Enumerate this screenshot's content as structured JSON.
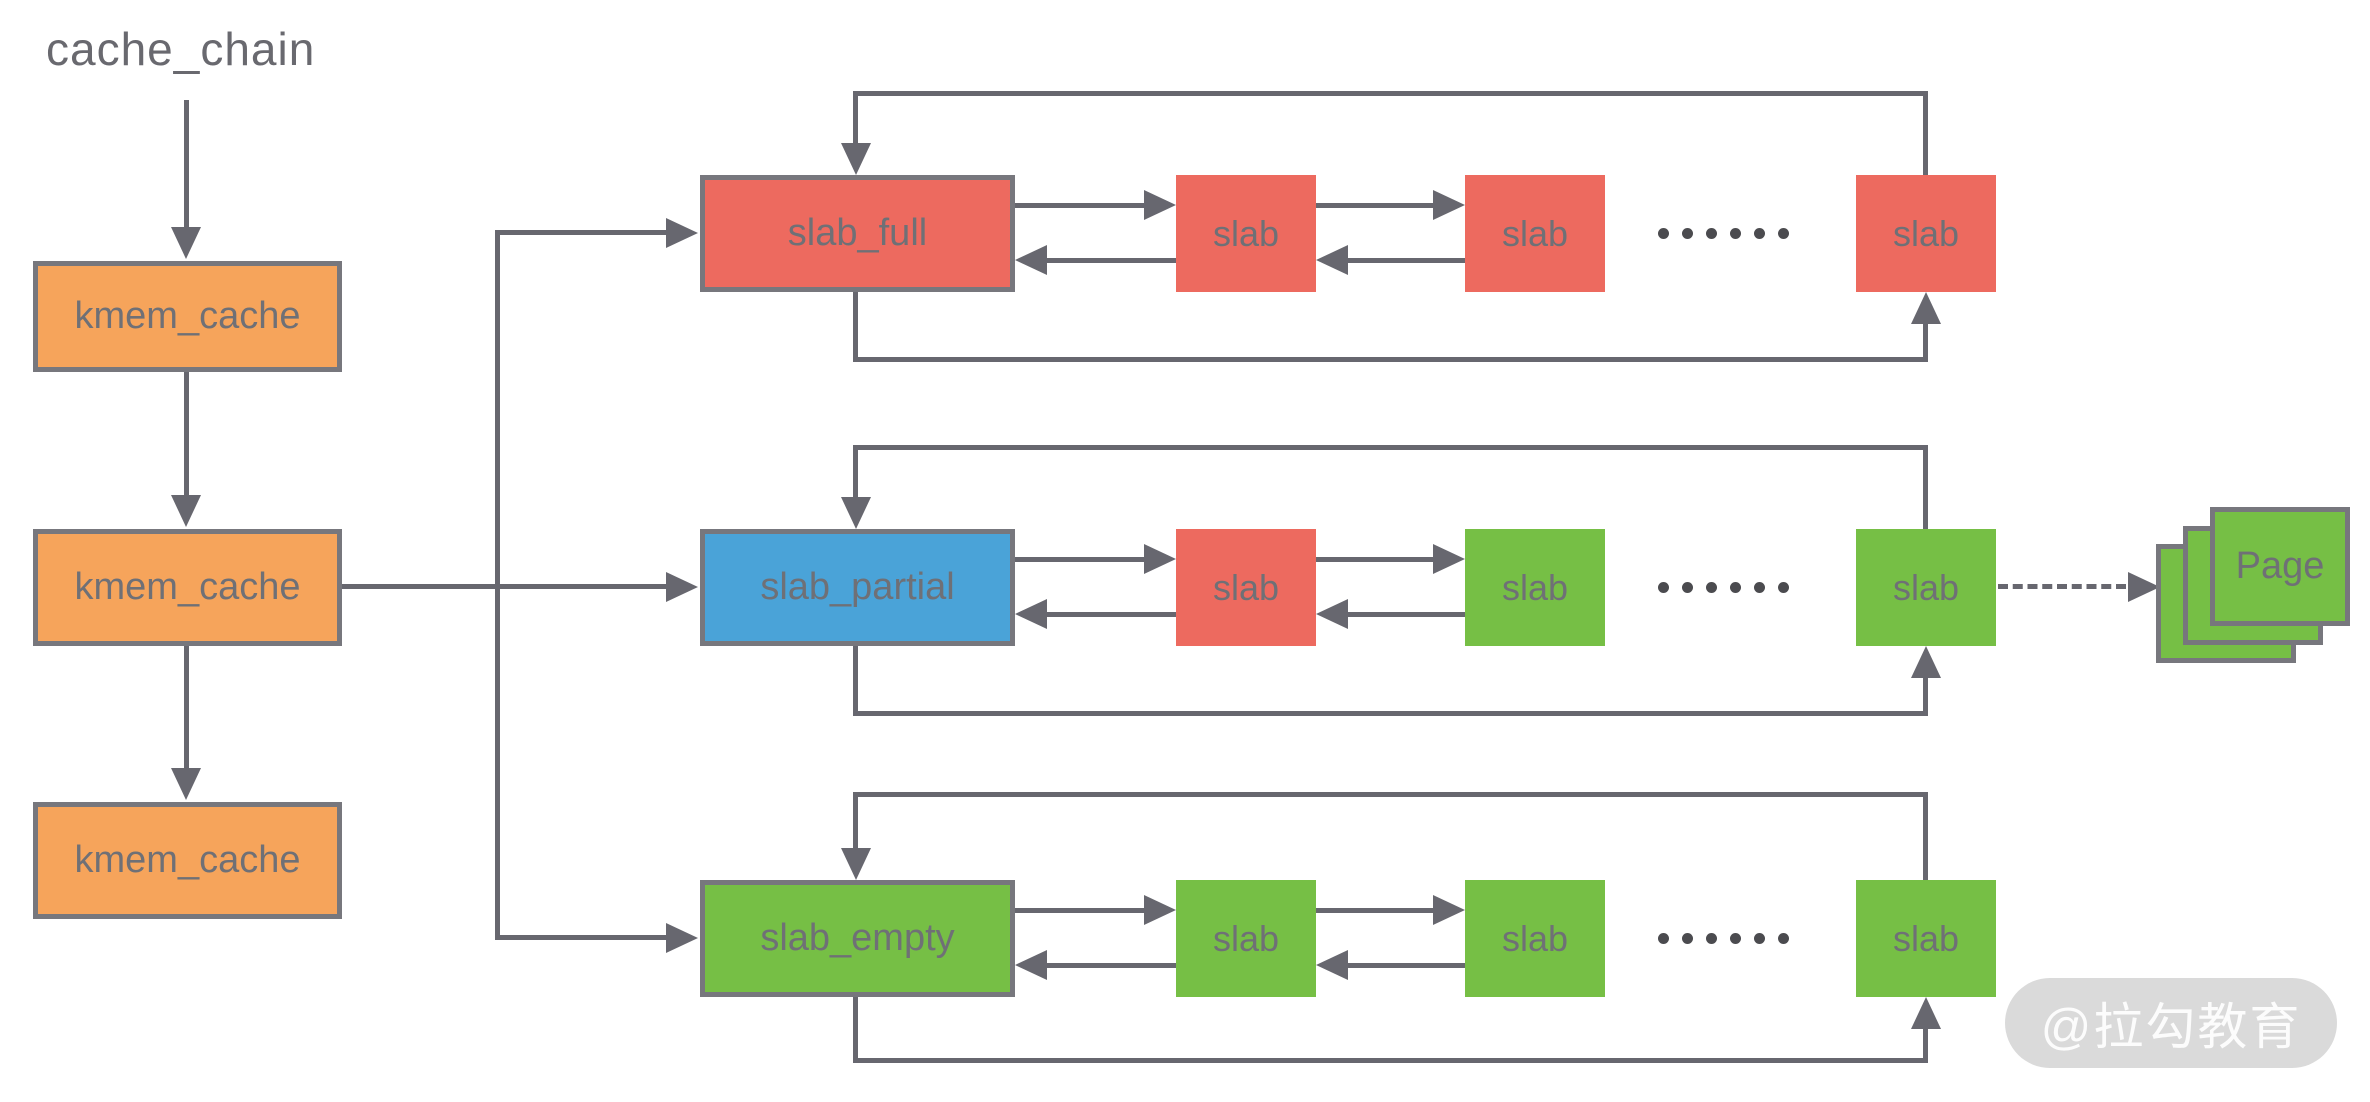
{
  "diagram": {
    "cache_chain_label": "cache_chain",
    "kmem_caches": [
      {
        "label": "kmem_cache"
      },
      {
        "label": "kmem_cache"
      },
      {
        "label": "kmem_cache"
      }
    ],
    "rows": [
      {
        "head": {
          "label": "slab_full",
          "color": "#ED6A5F"
        },
        "slabs": [
          {
            "label": "slab",
            "color": "#ED6A5F"
          },
          {
            "label": "slab",
            "color": "#ED6A5F"
          },
          {
            "label": "slab",
            "color": "#ED6A5F"
          }
        ],
        "ellipsis": "······"
      },
      {
        "head": {
          "label": "slab_partial",
          "color": "#4AA3D8"
        },
        "slabs": [
          {
            "label": "slab",
            "color": "#ED6A5F"
          },
          {
            "label": "slab",
            "color": "#76BF45"
          },
          {
            "label": "slab",
            "color": "#76BF45"
          }
        ],
        "ellipsis": "······",
        "page_label": "Page"
      },
      {
        "head": {
          "label": "slab_empty",
          "color": "#76BF45"
        },
        "slabs": [
          {
            "label": "slab",
            "color": "#76BF45"
          },
          {
            "label": "slab",
            "color": "#76BF45"
          },
          {
            "label": "slab",
            "color": "#76BF45"
          }
        ],
        "ellipsis": "······"
      }
    ],
    "watermark": "@拉勾教育",
    "colors": {
      "orange": "#F6A45B",
      "red": "#ED6A5F",
      "blue": "#4AA3D8",
      "green": "#76BF45",
      "box_border": "#77777D",
      "line": "#67676F",
      "label_text": "#6F7076",
      "title_text": "#69696F",
      "dots": "#4B4B4F",
      "watermark_bg": "#DADADA",
      "watermark_text": "#FFFFFF"
    }
  }
}
